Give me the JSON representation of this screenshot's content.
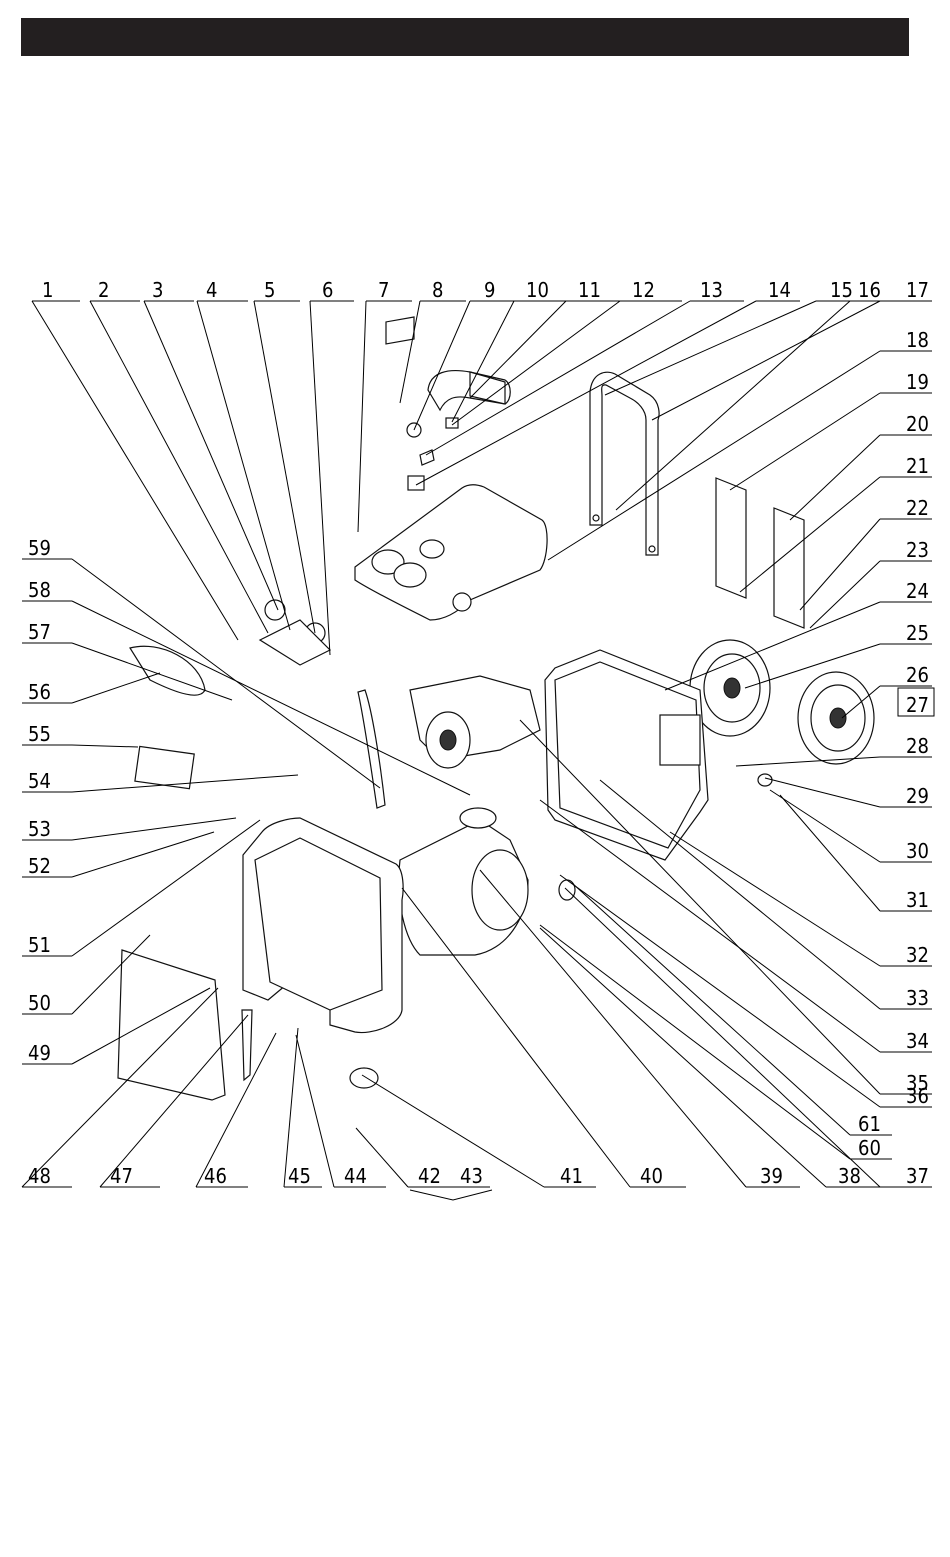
{
  "header": {
    "title": ""
  },
  "diagram": {
    "callouts": {
      "top": [
        "1",
        "2",
        "3",
        "4",
        "5",
        "6",
        "7",
        "8",
        "9",
        "10",
        "11",
        "12",
        "13",
        "14",
        "15",
        "16",
        "17"
      ],
      "right": [
        "18",
        "19",
        "20",
        "21",
        "22",
        "23",
        "24",
        "25",
        "26",
        "27",
        "28",
        "29",
        "30",
        "31",
        "32",
        "33",
        "34",
        "35",
        "36",
        "61",
        "60",
        "37"
      ],
      "bottom": [
        "38",
        "39",
        "40",
        "41",
        "42",
        "43",
        "44",
        "45",
        "46",
        "47",
        "48"
      ],
      "left": [
        "59",
        "58",
        "57",
        "56",
        "55",
        "54",
        "53",
        "52",
        "51",
        "50",
        "49"
      ]
    }
  },
  "colors": {
    "header_bar": "#231f20",
    "line": "#000000",
    "background": "#ffffff"
  }
}
